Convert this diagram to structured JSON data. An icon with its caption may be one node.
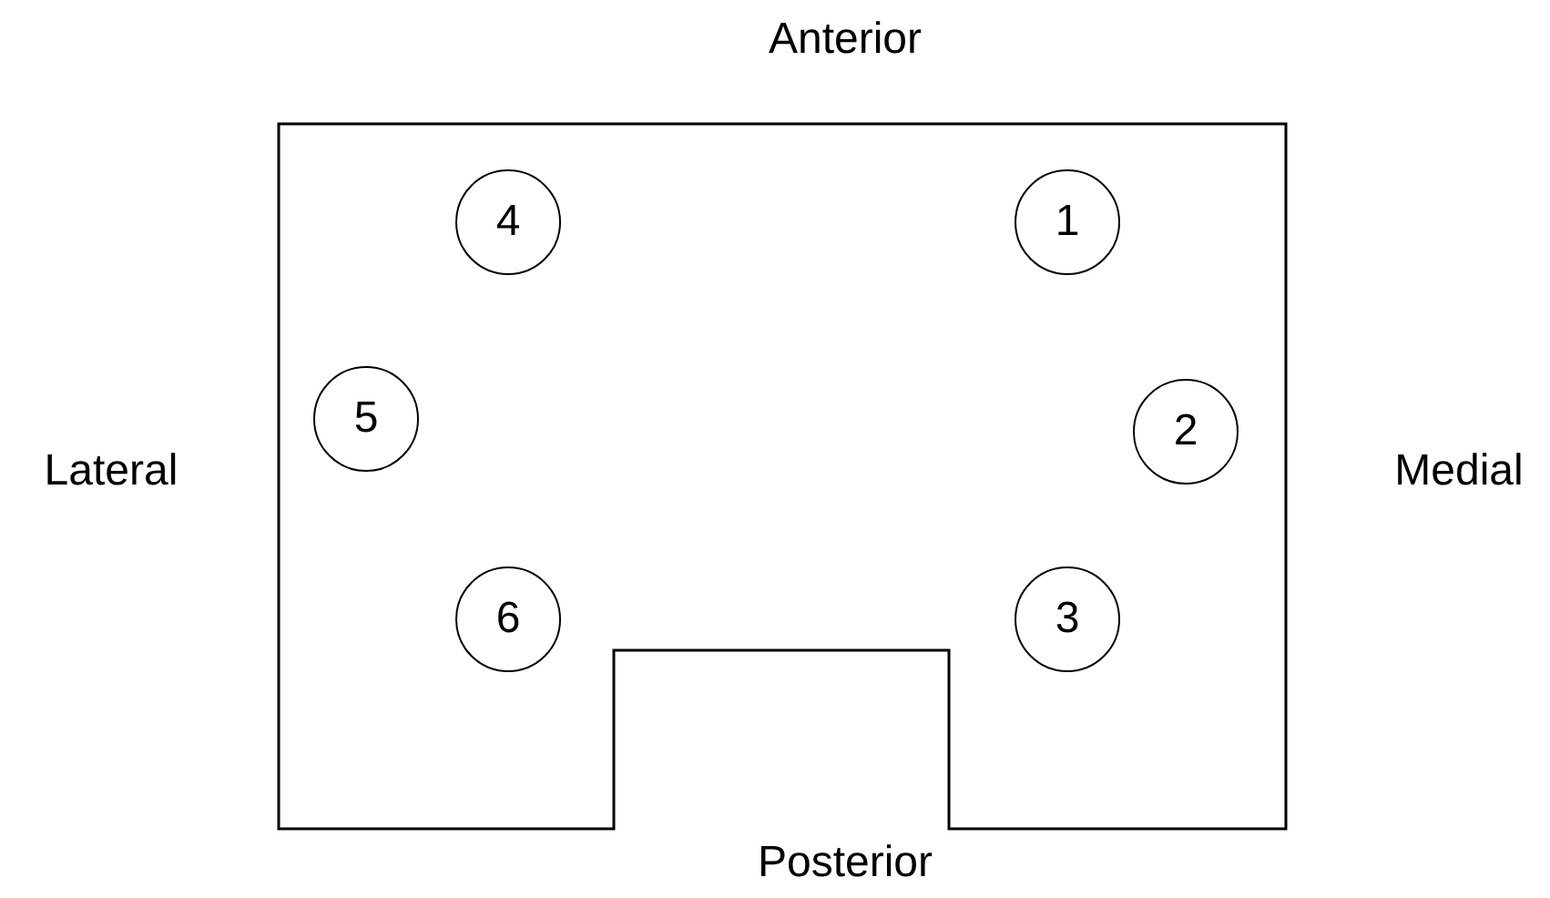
{
  "diagram": {
    "nodes": [
      {
        "text": [],
        "shape": "box"
      },
      {
        "text": [
          "4"
        ],
        "in": 0
      },
      {
        "text": [
          "1"
        ],
        "in": 0
      },
      {
        "text": [
          "5"
        ],
        "in": 0
      },
      {
        "text": [
          "2"
        ],
        "in": 0
      },
      {
        "text": [
          "6"
        ],
        "in": 0
      },
      {
        "text": [
          "3"
        ],
        "in": 0
      }
    ],
    "edges": [],
    "labels": [
      "Anterior",
      "Lateral",
      "Medial",
      "Posterior"
    ]
  }
}
